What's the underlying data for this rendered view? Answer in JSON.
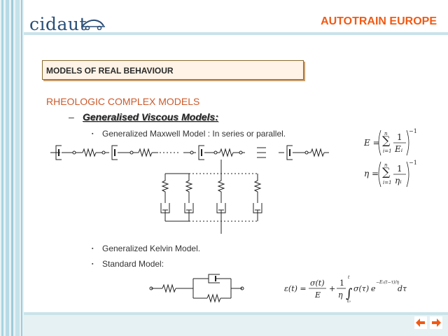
{
  "header": {
    "logo_text": "cidaut",
    "brand": "AUTOTRAIN EUROPE"
  },
  "section": {
    "title": "MODELS OF REAL BEHAVIOUR"
  },
  "content": {
    "subtitle": "RHEOLOGIC COMPLEX MODELS",
    "dash": "–",
    "heading": "Generalised Viscous Models:",
    "bullets": [
      "Generalized Maxwell Model : In series or parallel.",
      "Generalized Kelvin Model.",
      "Standard Model:"
    ],
    "bullet_char": "▪"
  },
  "formulas": {
    "E_lhs": "E =",
    "eta_lhs": "η =",
    "sum_top": "n",
    "sum_bottom": "i=1",
    "one": "1",
    "E_i": "Eᵢ",
    "eta_i": "ηᵢ",
    "exp": "−1",
    "standard_eq": "ε(t) = σ(t)/E + 1/η ∫ σ(τ) e^(−E·(t−τ)/η) dτ"
  },
  "colors": {
    "accent": "#f05a14",
    "logo": "#2a4f78",
    "subtitle": "#cc5a2b",
    "stripes": "#b7dbe6"
  },
  "nav": {
    "prev_icon": "arrow-left-icon",
    "next_icon": "arrow-right-icon"
  }
}
